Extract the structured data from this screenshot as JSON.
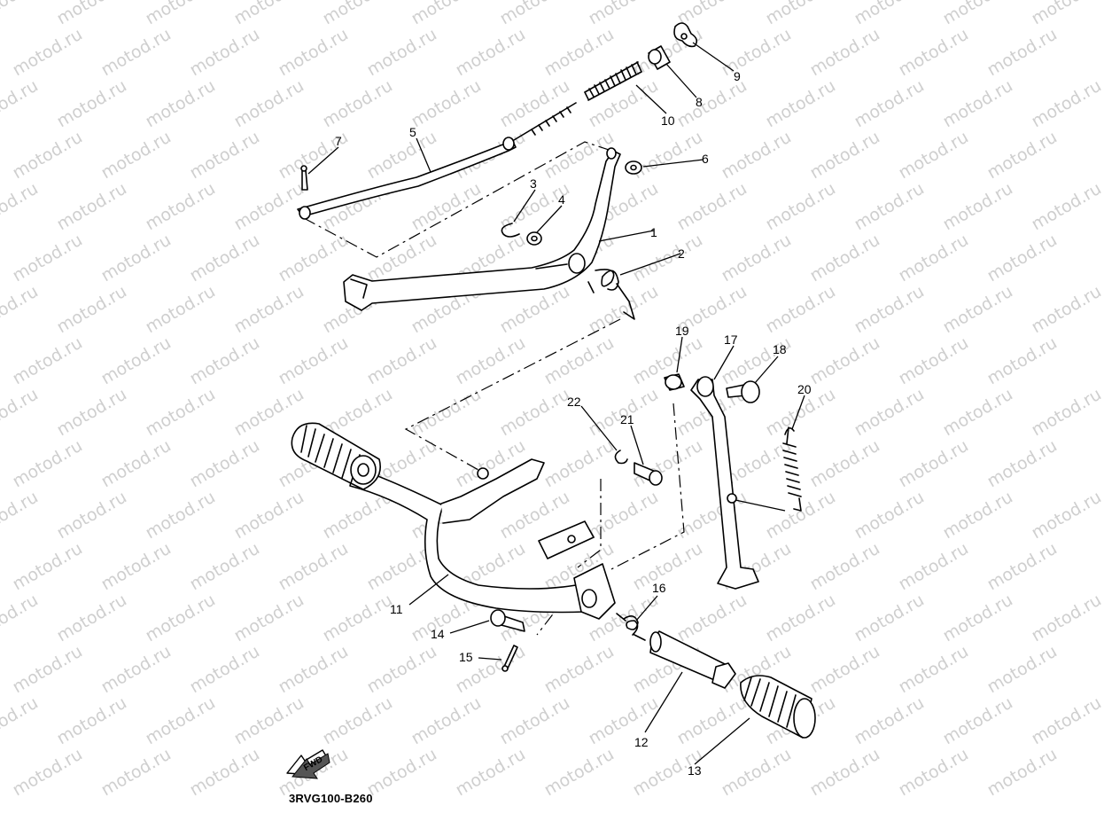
{
  "watermark": {
    "text": "motod.ru"
  },
  "diagram": {
    "code": "3RVG100-B260",
    "fwd_label": "FWD",
    "callouts": [
      {
        "id": "c1",
        "text": "1"
      },
      {
        "id": "c2",
        "text": "2"
      },
      {
        "id": "c3",
        "text": "3"
      },
      {
        "id": "c4",
        "text": "4"
      },
      {
        "id": "c5",
        "text": "5"
      },
      {
        "id": "c6",
        "text": "6"
      },
      {
        "id": "c7",
        "text": "7"
      },
      {
        "id": "c8",
        "text": "8"
      },
      {
        "id": "c9",
        "text": "9"
      },
      {
        "id": "c10",
        "text": "10"
      },
      {
        "id": "c11",
        "text": "11"
      },
      {
        "id": "c12",
        "text": "12"
      },
      {
        "id": "c13",
        "text": "13"
      },
      {
        "id": "c14",
        "text": "14"
      },
      {
        "id": "c15",
        "text": "15"
      },
      {
        "id": "c16",
        "text": "16"
      },
      {
        "id": "c17",
        "text": "17"
      },
      {
        "id": "c18",
        "text": "18"
      },
      {
        "id": "c19",
        "text": "19"
      },
      {
        "id": "c20",
        "text": "20"
      },
      {
        "id": "c21",
        "text": "21"
      },
      {
        "id": "c22",
        "text": "22"
      }
    ]
  }
}
